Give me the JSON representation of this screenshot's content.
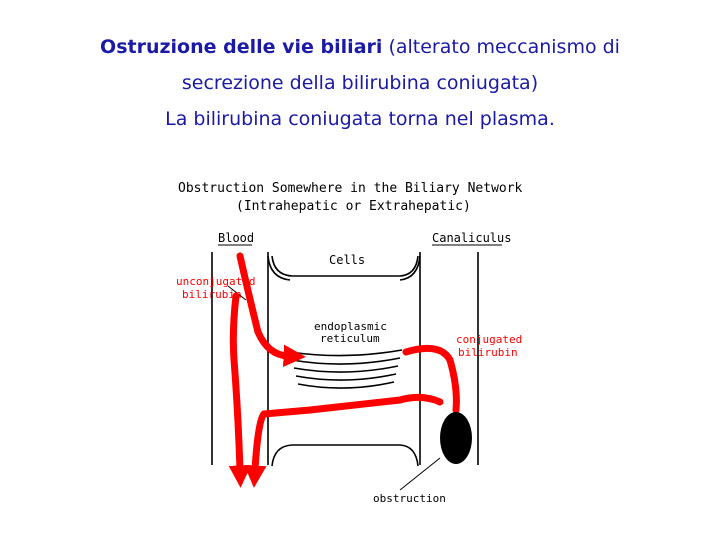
{
  "slide": {
    "title_bold": "Ostruzione delle vie biliari",
    "title_rest": " (alterato meccanismo di",
    "line2": "secrezione della bilirubina coniugata)",
    "line3": "La bilirubina coniugata torna nel plasma."
  },
  "diagram": {
    "heading1": "Obstruction Somewhere in the Biliary Network",
    "heading2": "(Intrahepatic or Extrahepatic)",
    "blood": "Blood",
    "canaliculus": "Canaliculus",
    "cells": "Cells",
    "unconjugated1": "unconjugated",
    "unconjugated2": "bilirubin",
    "er1": "endoplasmic",
    "er2": "reticulum",
    "conj1": "conjugated",
    "conj2": "bilirubin",
    "obstruction": "obstruction",
    "colors": {
      "flow": "#ff0000",
      "title": "#1a1aa6",
      "obstruction": "#000000"
    }
  }
}
